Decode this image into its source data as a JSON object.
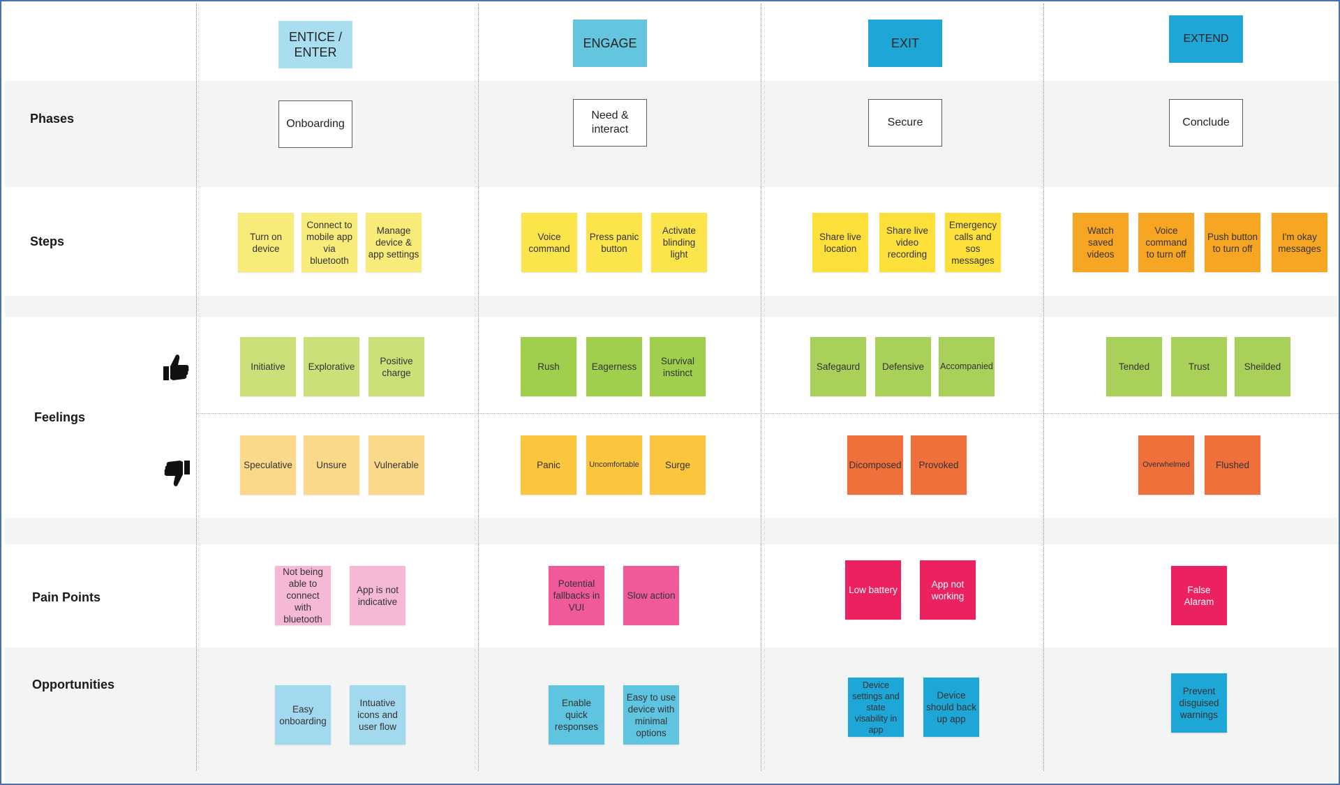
{
  "colors": {
    "enter_header": "#a9def0",
    "engage_header": "#63c6de",
    "exit_header": "#1ea6d6",
    "extend_header": "#1ea6d6",
    "step_yellow_light": "#f7ec7a",
    "step_yellow": "#fbe54b",
    "step_yellow_deep": "#fde03a",
    "step_orange": "#f6a623",
    "positive_light": "#cce07a",
    "positive": "#9fcf4d",
    "positive_mid": "#a9d15a",
    "negative_light": "#fcd98a",
    "negative": "#fbc53e",
    "negative_orange": "#f0703c",
    "pain_light": "#f5b9d6",
    "pain": "#f05a9a",
    "pain_deep": "#ec215f",
    "opp_light": "#a3d9ef",
    "opp": "#5fc4df",
    "opp_deep": "#1ea6d6"
  },
  "row_labels": {
    "phases": "Phases",
    "steps": "Steps",
    "feelings": "Feelings",
    "pain_points": "Pain Points",
    "opportunities": "Opportunities"
  },
  "icons": {
    "positive": "thumbs-up-icon",
    "negative": "thumbs-down-icon"
  },
  "columns": [
    {
      "header": "ENTICE /\nENTER",
      "phase": "Onboarding",
      "steps": [
        "Turn on device",
        "Connect to mobile app via bluetooth",
        "Manage device & app settings"
      ],
      "feelings_positive": [
        "Initiative",
        "Explorative",
        "Positive charge"
      ],
      "feelings_negative": [
        "Speculative",
        "Unsure",
        "Vulnerable"
      ],
      "pain_points": [
        "Not being able to connect with bluetooth",
        "App is not indicative"
      ],
      "opportunities": [
        "Easy onboarding",
        "Intuative icons and user flow"
      ]
    },
    {
      "header": "ENGAGE",
      "phase": "Need &\ninteract",
      "steps": [
        "Voice command",
        "Press panic button",
        "Activate blinding light"
      ],
      "feelings_positive": [
        "Rush",
        "Eagerness",
        "Survival instinct"
      ],
      "feelings_negative": [
        "Panic",
        "Uncomfortable",
        "Surge"
      ],
      "pain_points": [
        "Potential fallbacks in VUI",
        "Slow action"
      ],
      "opportunities": [
        "Enable quick responses",
        "Easy to use device with minimal options"
      ]
    },
    {
      "header": "EXIT",
      "phase": "Secure",
      "steps": [
        "Share live location",
        "Share live video recording",
        "Emergency calls and sos messages"
      ],
      "feelings_positive": [
        "Safegaurd",
        "Defensive",
        "Accompanied"
      ],
      "feelings_negative": [
        "Dicomposed",
        "Provoked"
      ],
      "pain_points": [
        "Low battery",
        "App not working"
      ],
      "opportunities": [
        "Device settings and state visability in app",
        "Device should back up app"
      ]
    },
    {
      "header": "EXTEND",
      "phase": "Conclude",
      "steps": [
        "Watch saved videos",
        "Voice command to turn off",
        "Push button to turn off",
        "I'm okay messages"
      ],
      "feelings_positive": [
        "Tended",
        "Trust",
        "Sheilded"
      ],
      "feelings_negative": [
        "Overwhelmed",
        "Flushed"
      ],
      "pain_points": [
        "False Alaram"
      ],
      "opportunities": [
        "Prevent disguised warnings"
      ]
    }
  ]
}
